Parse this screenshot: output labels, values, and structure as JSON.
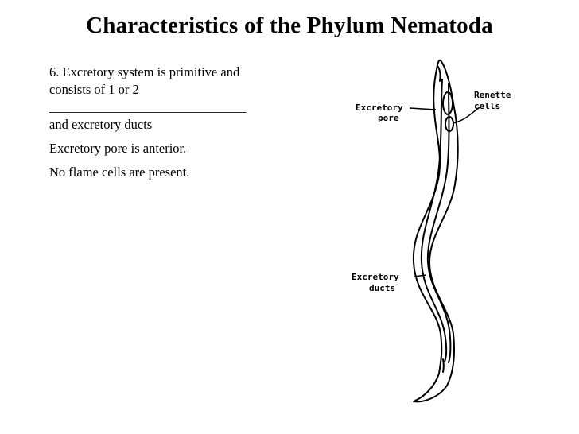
{
  "slide": {
    "title": "Characteristics of the Phylum Nematoda",
    "point_line1": "6.  Excretory system is primitive and",
    "point_line2": "consists of 1 or 2",
    "blank": "______________________________",
    "point_line3": "and excretory ducts",
    "fact_pore": "Excretory pore is anterior.",
    "fact_flame": "No flame cells are present."
  },
  "diagram": {
    "labels": {
      "excretory_pore_line1": "Excretory",
      "excretory_pore_line2": "pore",
      "renette_line1": "Renette",
      "renette_line2": "cells",
      "ducts_line1": "Excretory",
      "ducts_line2": "ducts"
    }
  }
}
